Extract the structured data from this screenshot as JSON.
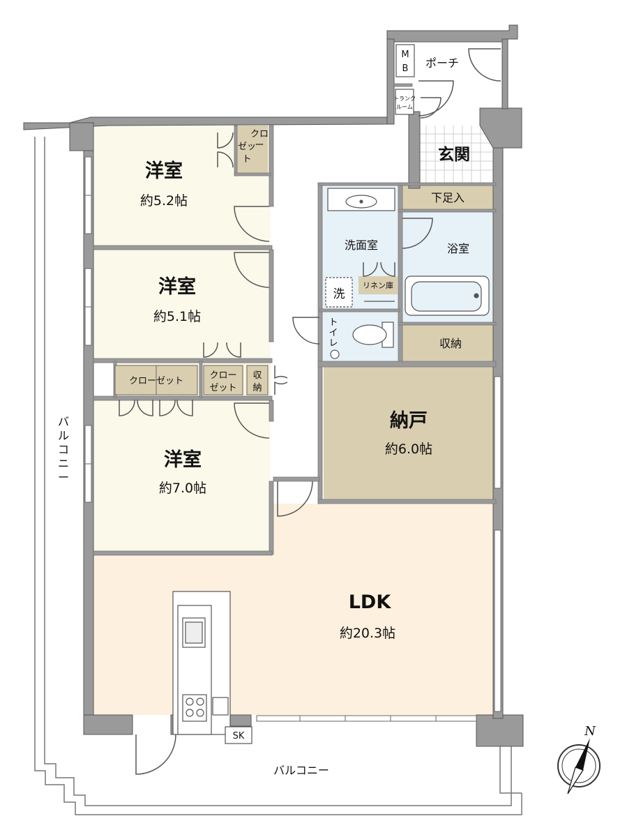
{
  "rooms": {
    "western1": {
      "name": "洋室",
      "area": "約5.2帖"
    },
    "western2": {
      "name": "洋室",
      "area": "約5.1帖"
    },
    "western3": {
      "name": "洋室",
      "area": "約7.0帖"
    },
    "ldk": {
      "name": "LDK",
      "area": "約20.3帖"
    },
    "storeroom": {
      "name": "納戸",
      "area": "約6.0帖"
    },
    "entrance": "玄関",
    "shoe_box": "下足入",
    "bath": "浴室",
    "washroom": "洗面室",
    "washer": "洗",
    "linen": "リネン庫",
    "toilet": [
      "ト",
      "イ",
      "レ"
    ],
    "storage": "収納",
    "porch": "ポーチ",
    "mb": [
      "M",
      "B"
    ],
    "trunk_room": [
      "トランク",
      "ルーム"
    ],
    "sk": "SK",
    "closet_h": "クローゼット",
    "closet_top": [
      "クロ",
      "ー",
      "ゼッ",
      "ト"
    ],
    "closet_mid": [
      "クロー",
      "ゼット"
    ],
    "storage_v": [
      "収",
      "納"
    ],
    "balcony_left": [
      "バ",
      "ル",
      "コ",
      "ニ",
      "ー"
    ],
    "balcony_bottom": "バルコニー",
    "north": "N"
  }
}
